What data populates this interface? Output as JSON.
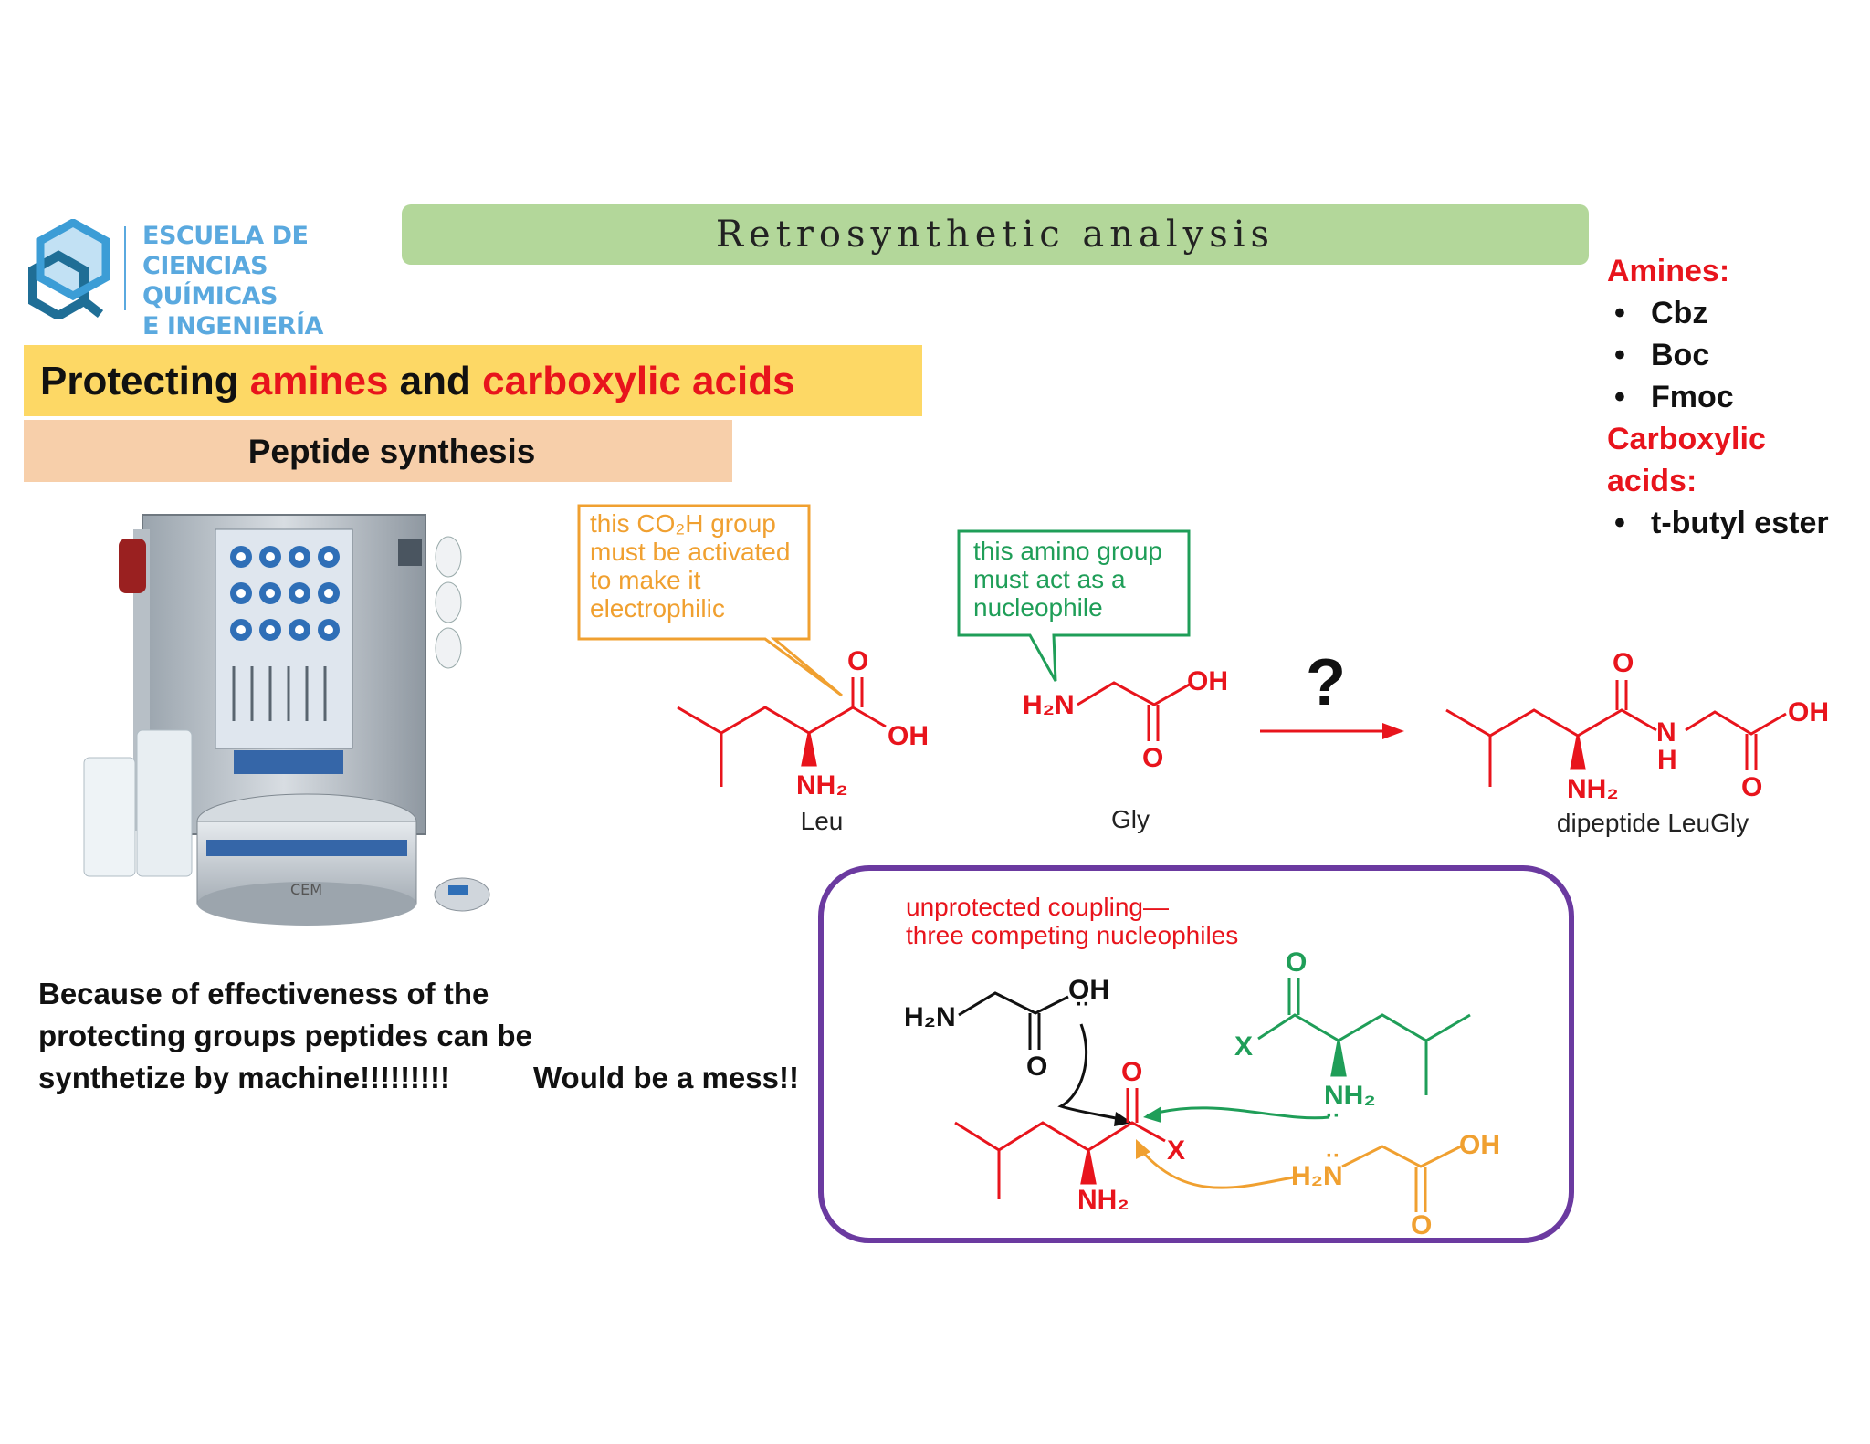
{
  "logo": {
    "line1": "ESCUELA DE",
    "line2": "CIENCIAS QUÍMICAS",
    "line3": "E INGENIERÍA"
  },
  "banner": {
    "title": "Retrosynthetic analysis"
  },
  "title": {
    "part1": "Protecting ",
    "part2": "amines",
    "part3": " and ",
    "part4": "carboxylic acids"
  },
  "subtitle": "Peptide synthesis",
  "side_list": {
    "amines_heading": "Amines:",
    "amines": [
      "Cbz",
      "Boc",
      "Fmoc"
    ],
    "acids_heading": "Carboxylic acids:",
    "acids": [
      "t-butyl ester"
    ]
  },
  "body_text": {
    "line1": "Because of effectiveness of the",
    "line2": "protecting groups peptides can be",
    "line3": "synthetize by machine!!!!!!!!!",
    "mess": "Would be a mess!!"
  },
  "callouts": {
    "orange": [
      "this CO₂H group",
      "must be activated",
      "to make it",
      "electrophilic"
    ],
    "green": [
      "this amino group",
      "must act as a",
      "nucleophile"
    ]
  },
  "labels": {
    "leu": "Leu",
    "gly": "Gly",
    "dipeptide": "dipeptide LeuGly",
    "question": "?"
  },
  "chem_labels": {
    "o": "O",
    "oh": "OH",
    "nh2": "NH₂",
    "h2n": "H₂N",
    "n": "N",
    "h": "H",
    "x": "X"
  },
  "box": {
    "line1": "unprotected coupling—",
    "line2": "three competing nucleophiles"
  },
  "colors": {
    "red": "#e8141c",
    "green": "#1f9e58",
    "orange": "#f0a030",
    "purple": "#6b3aa0",
    "banner": "#b3d79a",
    "title_bar": "#fdd865",
    "sub_bar": "#f7cfaa"
  }
}
